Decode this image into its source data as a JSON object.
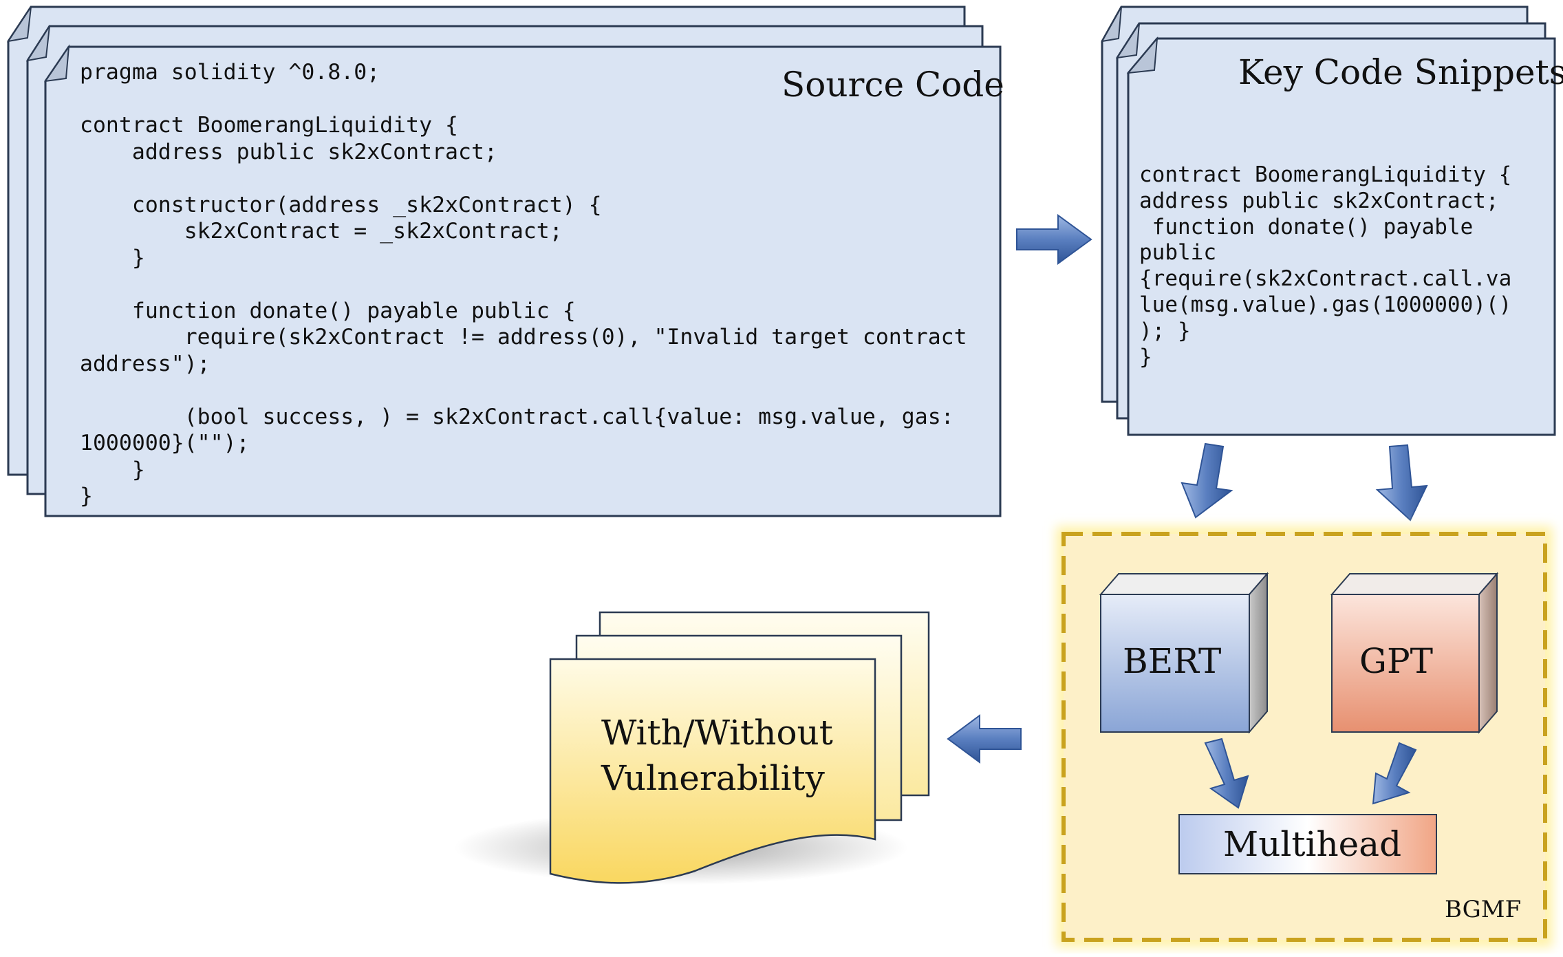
{
  "source_code": {
    "title": "Source Code",
    "lines": [
      "pragma solidity ^0.8.0;",
      "",
      "contract BoomerangLiquidity {",
      "    address public sk2xContract;",
      "",
      "    constructor(address _sk2xContract) {",
      "        sk2xContract = _sk2xContract;",
      "    }",
      "",
      "    function donate() payable public {",
      "        require(sk2xContract != address(0), \"Invalid target contract",
      "address\");",
      "",
      "        (bool success, ) = sk2xContract.call{value: msg.value, gas:",
      "1000000}(\"\");",
      "    }",
      "}"
    ]
  },
  "key_snippets": {
    "title": "Key Code Snippets",
    "lines": [
      "contract BoomerangLiquidity {",
      "address public sk2xContract;",
      " function donate() payable",
      "public",
      "{require(sk2xContract.call.va",
      "lue(msg.value).gas(1000000)()",
      "); }",
      "}"
    ]
  },
  "model": {
    "bert_label": "BERT",
    "gpt_label": "GPT",
    "multihead_label": "Multihead",
    "container_label": "BGMF"
  },
  "output": {
    "line1": "With/Without",
    "line2": "Vulnerability"
  },
  "colors": {
    "page_fill": "#dae4f3",
    "page_stroke": "#2b3a52",
    "arrow": "#5a7fc0",
    "bgmf_fill": "#fdf0c8",
    "bgmf_border": "#c9a21e",
    "bert_light": "#dfe7f6",
    "bert_dark": "#7f9bd0",
    "gpt_light": "#fbe1d6",
    "gpt_dark": "#e58b66",
    "output_light": "#fff7d0",
    "output_dark": "#f8d45a"
  }
}
